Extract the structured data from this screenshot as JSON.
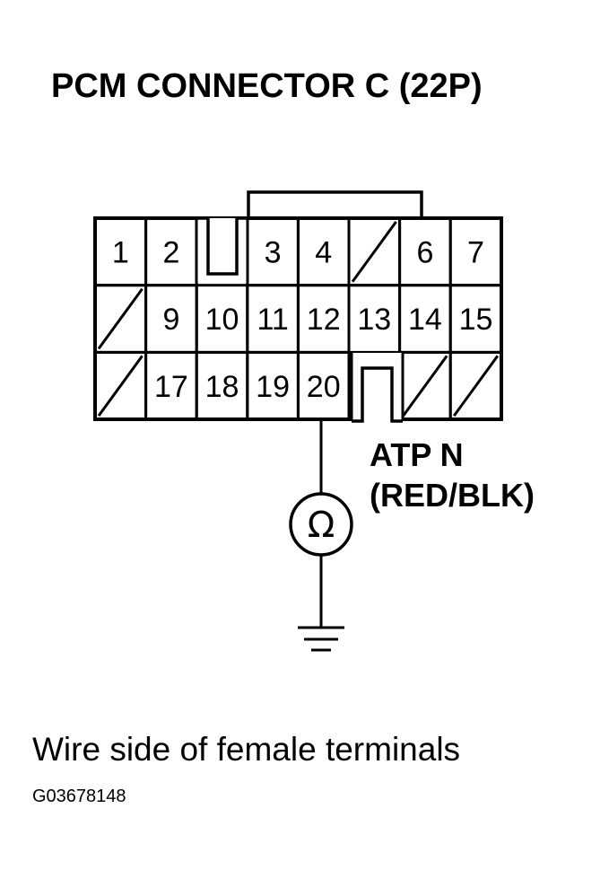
{
  "title": "PCM CONNECTOR C (22P)",
  "connector": {
    "pins": [
      {
        "number": "1",
        "row": 0,
        "col": 0
      },
      {
        "number": "2",
        "row": 0,
        "col": 1
      },
      {
        "number": "3",
        "row": 0,
        "col": 3
      },
      {
        "number": "4",
        "row": 0,
        "col": 4
      },
      {
        "number": "6",
        "row": 0,
        "col": 6
      },
      {
        "number": "7",
        "row": 0,
        "col": 7
      },
      {
        "number": "9",
        "row": 1,
        "col": 1
      },
      {
        "number": "10",
        "row": 1,
        "col": 2
      },
      {
        "number": "11",
        "row": 1,
        "col": 3
      },
      {
        "number": "12",
        "row": 1,
        "col": 4
      },
      {
        "number": "13",
        "row": 1,
        "col": 5
      },
      {
        "number": "14",
        "row": 1,
        "col": 6
      },
      {
        "number": "15",
        "row": 1,
        "col": 7
      },
      {
        "number": "17",
        "row": 2,
        "col": 1
      },
      {
        "number": "18",
        "row": 2,
        "col": 2
      },
      {
        "number": "19",
        "row": 2,
        "col": 3
      },
      {
        "number": "20",
        "row": 2,
        "col": 4
      }
    ],
    "unused_cells": [
      {
        "row": 0,
        "col": 5
      },
      {
        "row": 1,
        "col": 0
      },
      {
        "row": 2,
        "col": 0
      },
      {
        "row": 2,
        "col": 6
      },
      {
        "row": 2,
        "col": 7
      }
    ]
  },
  "probe_pin": "20",
  "signal": {
    "name": "ATP N",
    "wire_color": "(RED/BLK)"
  },
  "meter_symbol": "Ω",
  "caption": "Wire side of female terminals",
  "figure_id": "G03678148"
}
